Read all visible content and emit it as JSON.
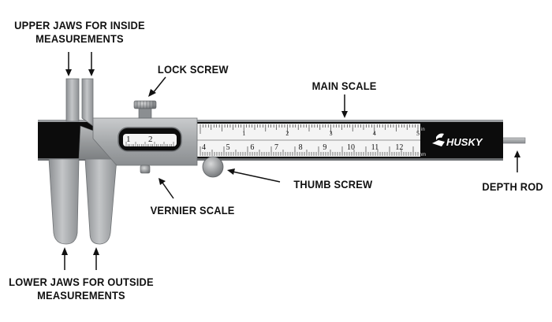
{
  "labels": {
    "upper_jaws_line1": "UPPER JAWS FOR INSIDE",
    "upper_jaws_line2": "MEASUREMENTS",
    "lock_screw": "LOCK SCREW",
    "main_scale": "MAIN SCALE",
    "thumb_screw": "THUMB SCREW",
    "depth_rod": "DEPTH ROD",
    "vernier_scale": "VERNIER SCALE",
    "lower_jaws_line1": "LOWER JAWS FOR OUTSIDE",
    "lower_jaws_line2": "MEASUREMENTS"
  },
  "brand": "HUSKY",
  "scale": {
    "inch_unit": "in",
    "mm_unit": "mm",
    "inch_numbers": [
      "1",
      "2",
      "3",
      "4",
      "5"
    ],
    "mm_numbers": [
      "4",
      "5",
      "6",
      "7",
      "8",
      "9",
      "10",
      "11",
      "12"
    ],
    "vernier_numbers": [
      "1",
      "2"
    ]
  },
  "colors": {
    "steel": "#a9abad",
    "steel_dark": "#7d8083",
    "bar_black": "#0c0c0c",
    "scale_white": "#f4f4f4",
    "text": "#111111"
  }
}
